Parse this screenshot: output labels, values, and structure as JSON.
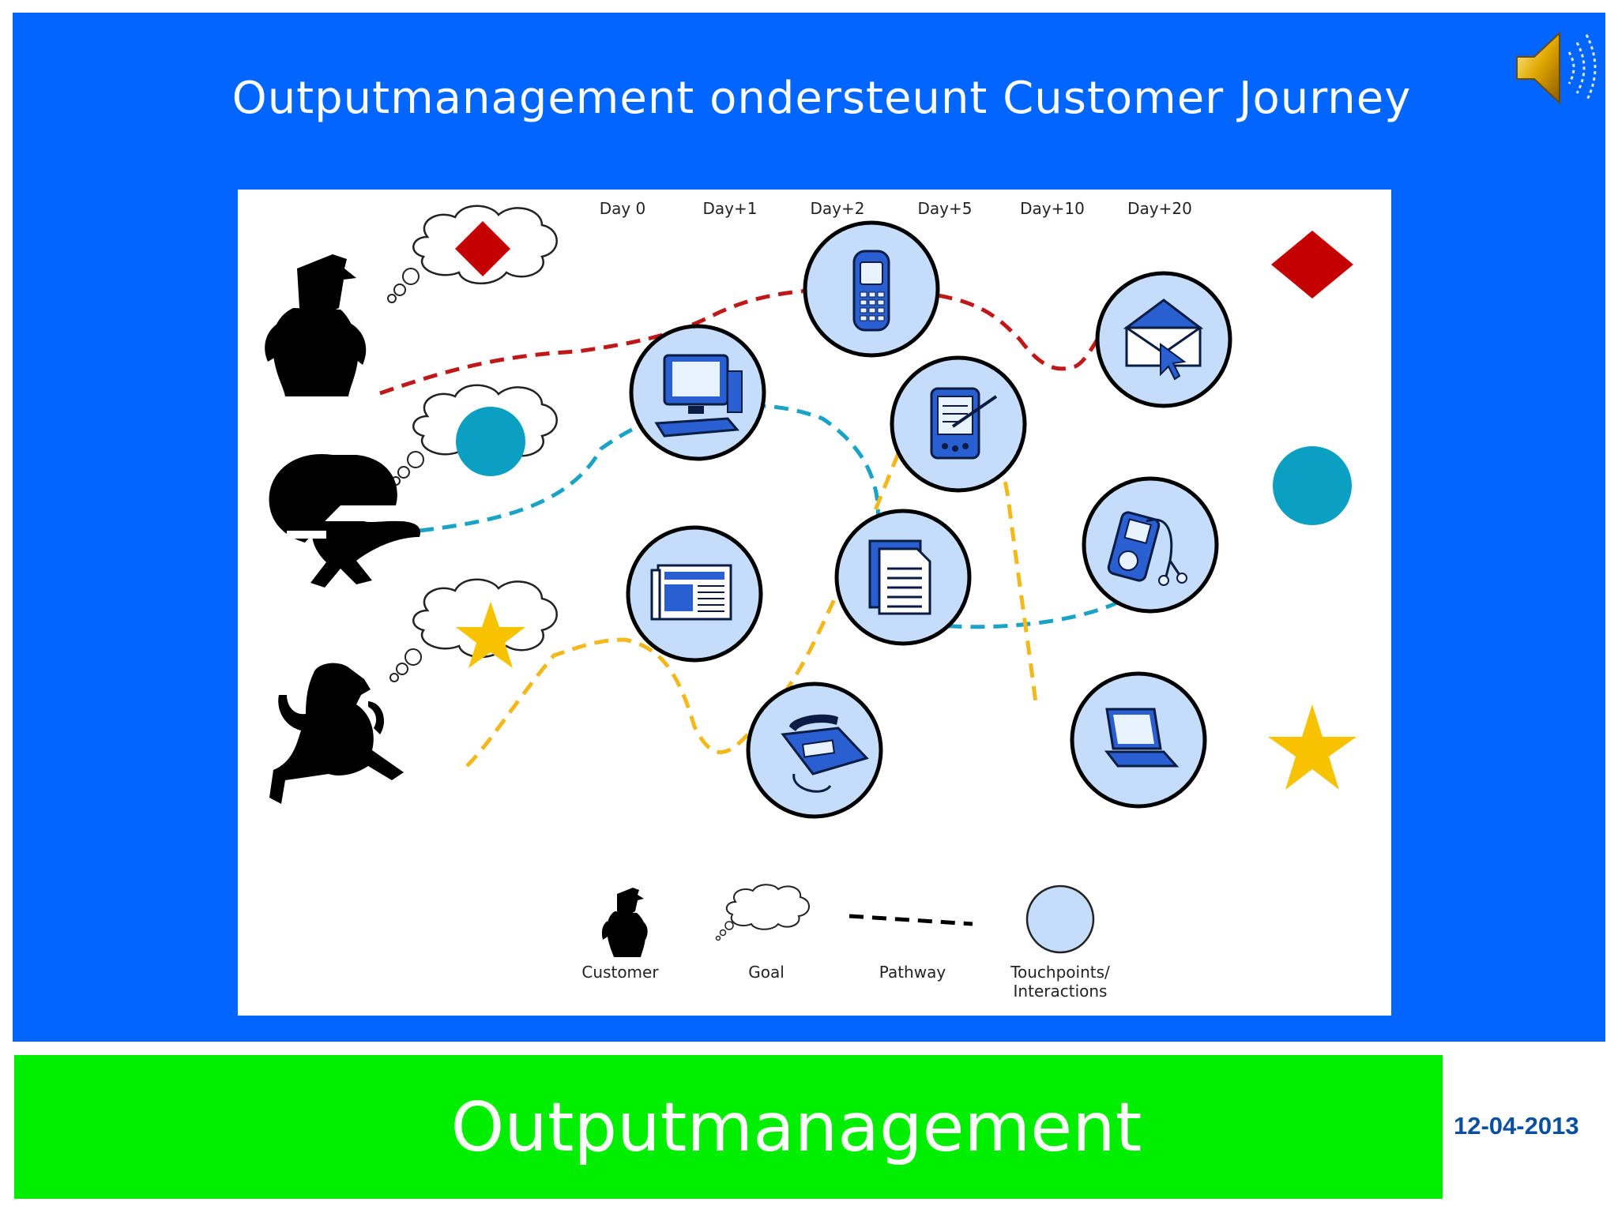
{
  "slide": {
    "title": "Outputmanagement ondersteunt Customer Journey",
    "footer_title": "Outputmanagement",
    "date": "12-04-2013",
    "icons": [
      "speaker-icon"
    ]
  },
  "diagram": {
    "days": [
      "Day 0",
      "Day+1",
      "Day+2",
      "Day+5",
      "Day+10",
      "Day+20"
    ],
    "legend": {
      "customer": "Customer",
      "goal": "Goal",
      "pathway": "Pathway",
      "touchpoints_line1": "Touchpoints/",
      "touchpoints_line2": "Interactions"
    },
    "customers": [
      {
        "goal": "diamond",
        "path_color": "#c01818"
      },
      {
        "goal": "circle",
        "path_color": "#1aa3c7"
      },
      {
        "goal": "star",
        "path_color": "#f2b81c"
      }
    ],
    "touchpoints": [
      "computer-icon",
      "mobile-phone-icon",
      "email-icon",
      "pda-icon",
      "mp3-player-icon",
      "document-icon",
      "newspaper-icon",
      "telephone-icon",
      "laptop-icon"
    ],
    "colors": {
      "slide_bg": "#0066ff",
      "footer_bg": "#00ee00",
      "touchpoint_fill": "#c5dcfa",
      "goal_red": "#c40000",
      "goal_teal": "#0b9fc2",
      "goal_yellow": "#f7c300"
    }
  }
}
